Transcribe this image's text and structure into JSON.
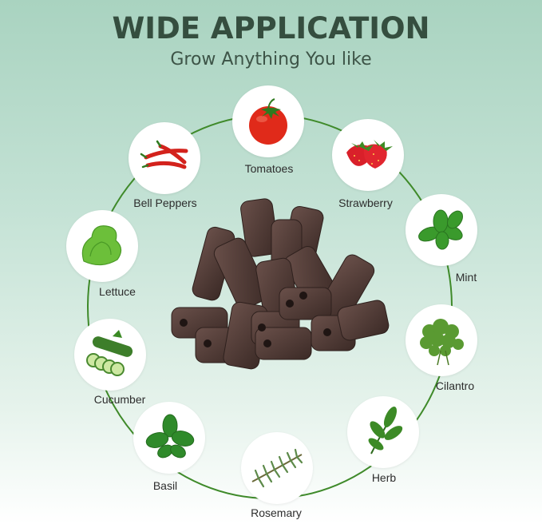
{
  "header": {
    "title": "WIDE APPLICATION",
    "subtitle": "Grow Anything You like"
  },
  "center": {
    "icon": "grow-sponge-pods-icon"
  },
  "plants": [
    {
      "label": "Tomatoes",
      "icon": "tomato-icon"
    },
    {
      "label": "Strawberry",
      "icon": "strawberry-icon"
    },
    {
      "label": "Mint",
      "icon": "mint-icon"
    },
    {
      "label": "Cilantro",
      "icon": "cilantro-icon"
    },
    {
      "label": "Herb",
      "icon": "herb-icon"
    },
    {
      "label": "Rosemary",
      "icon": "rosemary-icon"
    },
    {
      "label": "Basil",
      "icon": "basil-icon"
    },
    {
      "label": "Cucumber",
      "icon": "cucumber-icon"
    },
    {
      "label": "Lettuce",
      "icon": "lettuce-icon"
    },
    {
      "label": "Bell Peppers",
      "icon": "bell-pepper-icon"
    }
  ],
  "colors": {
    "title": "#354e3f",
    "ring": "#3f8a2a",
    "sponge": "#4a3631"
  }
}
